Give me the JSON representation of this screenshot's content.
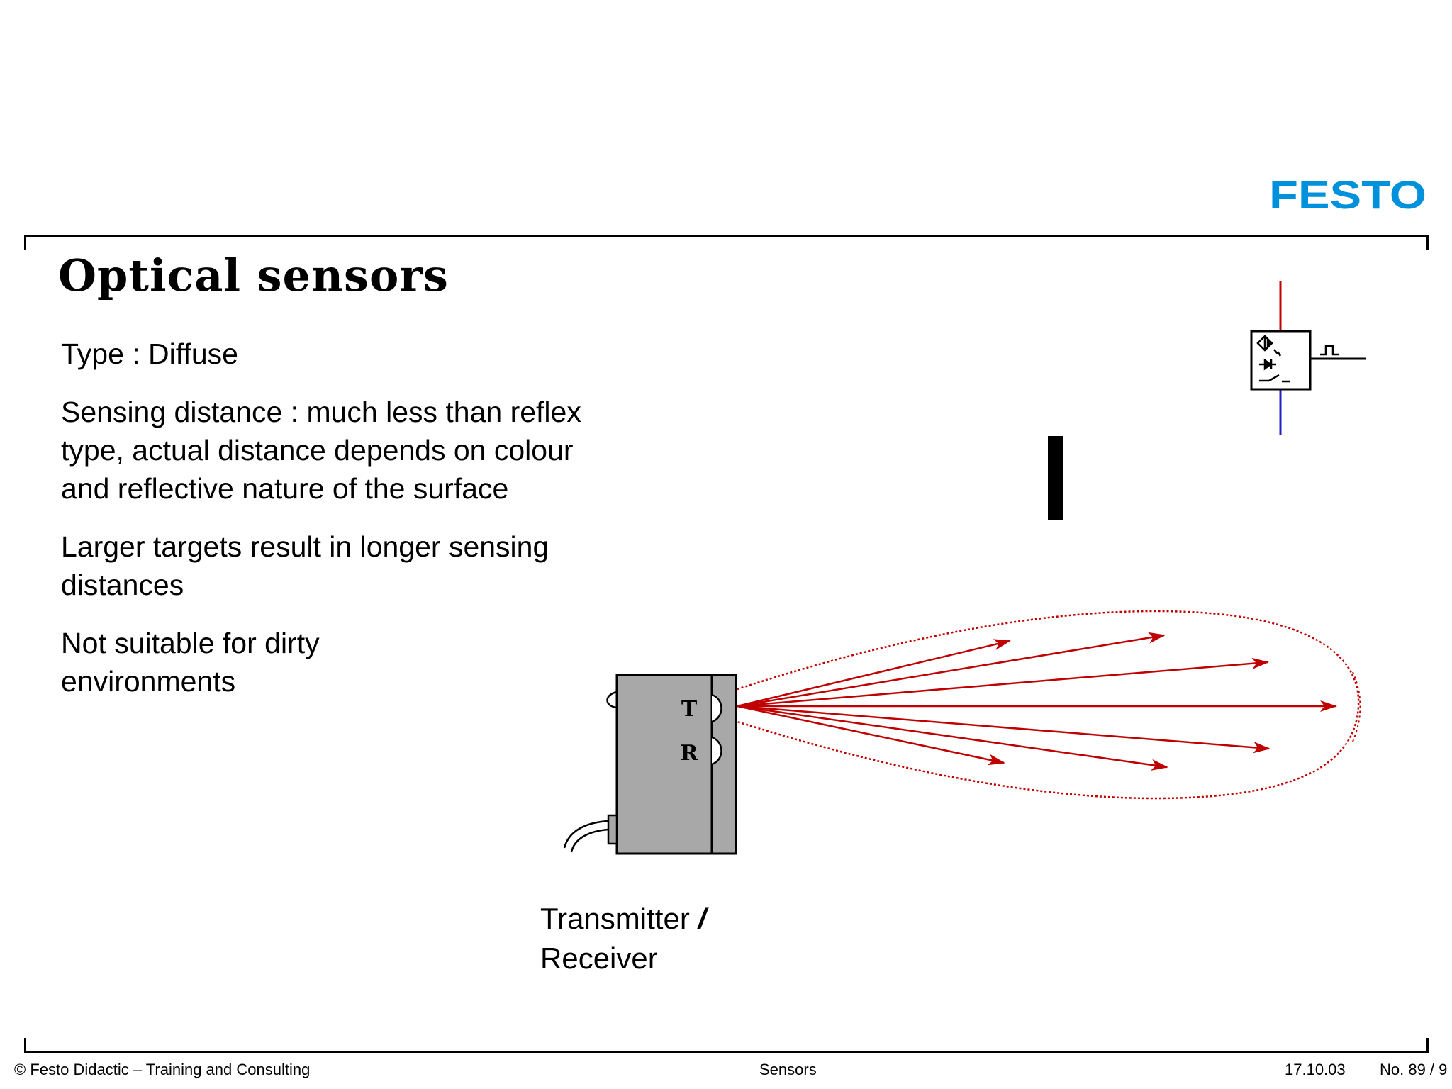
{
  "brand": {
    "name": "FESTO",
    "color": "#0091dc"
  },
  "title": "Optical sensors",
  "bullets": [
    "Type : Diffuse",
    "Sensing distance : much less than reflex\ntype, actual distance depends on colour\nand reflective nature of the surface",
    "Larger targets result in longer sensing\ndistances",
    "Not suitable for dirty\nenvironments"
  ],
  "diagram": {
    "transmitter_letter": "T",
    "receiver_letter": "R",
    "caption_line1": "Transmitter",
    "caption_slash": "/",
    "caption_line2": "Receiver",
    "beam_color": "#c00000",
    "housing_color": "#a8a8a8",
    "symbol_top_wire_color": "#c00000",
    "symbol_bottom_wire_color": "#2020c0"
  },
  "footer": {
    "copyright": "© Festo Didactic – Training and Consulting",
    "topic": "Sensors",
    "date": "17.10.03",
    "page": "No. 89 / 9"
  }
}
